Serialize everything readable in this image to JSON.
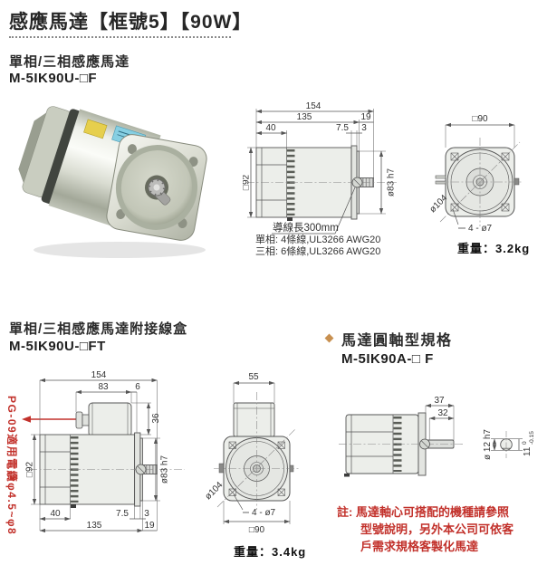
{
  "page": {
    "title": "感應馬達【框號5】【90W】"
  },
  "colors": {
    "accent_red": "#c2312b",
    "bullet_orange": "#c89050",
    "drawing_line": "#555555"
  },
  "section1": {
    "subtitle": "單相/三相感應馬達",
    "model": "M-5IK90U-□F",
    "side_view": {
      "dim_total": "154",
      "dim_body": "135",
      "dim_shaft_len": "19",
      "dim_cap": "40",
      "dim_flange_t": "7.5",
      "dim_spigot_t": "3",
      "dim_frame": "□92",
      "dim_spigot_dia": "ø83 h7",
      "lead_wire": "導線長300mm"
    },
    "wire_note_single": "單相: 4條線,UL3266 AWG20",
    "wire_note_three": "三相: 6條線,UL3266 AWG20",
    "front_view": {
      "dim_frame": "□90",
      "dim_diagonal": "ø104",
      "dim_holes": "4 - ø7"
    },
    "weight": "重量：3.2kg"
  },
  "section2": {
    "subtitle": "單相/三相感應馬達附接線盒",
    "model": "M-5IK90U-□FT",
    "cable_gland_note": "PG-09適用電纜φ4.5~φ8",
    "side_view": {
      "dim_total": "154",
      "dim_box": "83",
      "dim_box_gap": "6",
      "dim_box_h": "36",
      "dim_frame": "□92",
      "dim_spigot_dia": "ø83 h7",
      "dim_cap": "40",
      "dim_flange_t": "7.5",
      "dim_spigot_t": "3",
      "dim_body": "135",
      "dim_shaft_len": "19"
    },
    "front_view": {
      "dim_box_w": "55",
      "dim_diagonal": "ø104",
      "dim_holes": "4 - ø7",
      "dim_frame": "□90"
    },
    "weight": "重量：3.4kg"
  },
  "section3": {
    "heading": "馬達圓軸型規格",
    "model": "M-5IK90A-□ F",
    "drawing": {
      "dim_shaft_total": "37",
      "dim_shaft_len": "32",
      "dim_shaft_dia": "ø 12 h7",
      "dim_dcut": "11",
      "dim_tol_upper": "0",
      "dim_tol_lower": "-0.15"
    },
    "note_line1": "註: 馬達軸心可搭配的機種請參照",
    "note_line2": "型號說明，另外本公司可依客",
    "note_line3": "戶需求規格客製化馬達"
  }
}
